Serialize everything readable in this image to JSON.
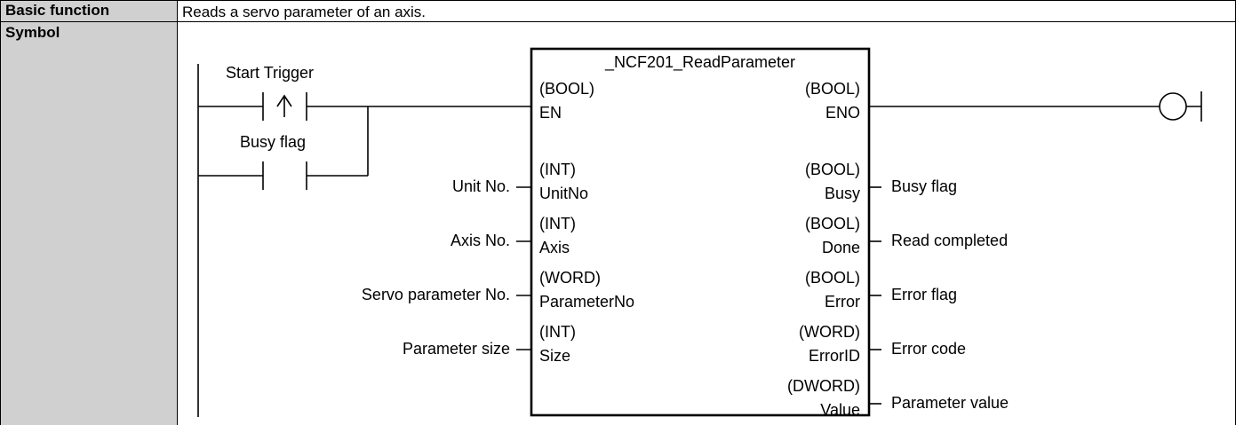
{
  "table": {
    "row1_header": "Basic function",
    "row1_text": "Reads a servo parameter of an axis.",
    "row2_header": "Symbol"
  },
  "diagram": {
    "block_title": "_NCF201_ReadParameter",
    "contacts": {
      "start_trigger": "Start Trigger",
      "busy_flag": "Busy flag"
    },
    "inputs": [
      {
        "type": "(BOOL)",
        "name": "EN",
        "label": ""
      },
      {
        "type": "(INT)",
        "name": "UnitNo",
        "label": "Unit No."
      },
      {
        "type": "(INT)",
        "name": "Axis",
        "label": "Axis No."
      },
      {
        "type": "(WORD)",
        "name": "ParameterNo",
        "label": "Servo parameter No."
      },
      {
        "type": "(INT)",
        "name": "Size",
        "label": "Parameter  size"
      }
    ],
    "outputs": [
      {
        "type": "(BOOL)",
        "name": "ENO",
        "label": ""
      },
      {
        "type": "(BOOL)",
        "name": "Busy",
        "label": "Busy flag"
      },
      {
        "type": "(BOOL)",
        "name": "Done",
        "label": "Read completed"
      },
      {
        "type": "(BOOL)",
        "name": "Error",
        "label": "Error flag"
      },
      {
        "type": "(WORD)",
        "name": "ErrorID",
        "label": "Error code"
      },
      {
        "type": "(DWORD)",
        "name": "Value",
        "label": "Parameter value"
      }
    ]
  }
}
